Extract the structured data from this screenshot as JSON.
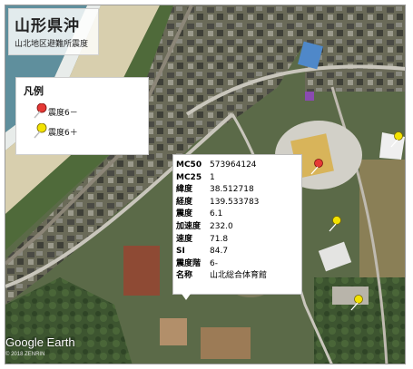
{
  "title": {
    "main": "山形県沖",
    "sub": "山北地区避難所震度"
  },
  "legend": {
    "title": "凡例",
    "items": [
      {
        "label": "震度6－",
        "color": "#e53935",
        "icon": "red-pushpin-icon"
      },
      {
        "label": "震度6＋",
        "color": "#f2e200",
        "icon": "yellow-pushpin-icon"
      }
    ]
  },
  "popup": {
    "rows": [
      {
        "key": "MC50",
        "value": "573964124"
      },
      {
        "key": "MC25",
        "value": "1"
      },
      {
        "key": "緯度",
        "value": "38.512718"
      },
      {
        "key": "経度",
        "value": "139.533783"
      },
      {
        "key": "震度",
        "value": "6.1"
      },
      {
        "key": "加速度",
        "value": "232.0"
      },
      {
        "key": "速度",
        "value": "71.8"
      },
      {
        "key": "SI",
        "value": "84.7"
      },
      {
        "key": "震度階",
        "value": "6-"
      },
      {
        "key": "名称",
        "value": "山北総合体育館"
      }
    ]
  },
  "branding": {
    "logo": "Google Earth",
    "copyright": "© 2018 ZENRIN"
  }
}
